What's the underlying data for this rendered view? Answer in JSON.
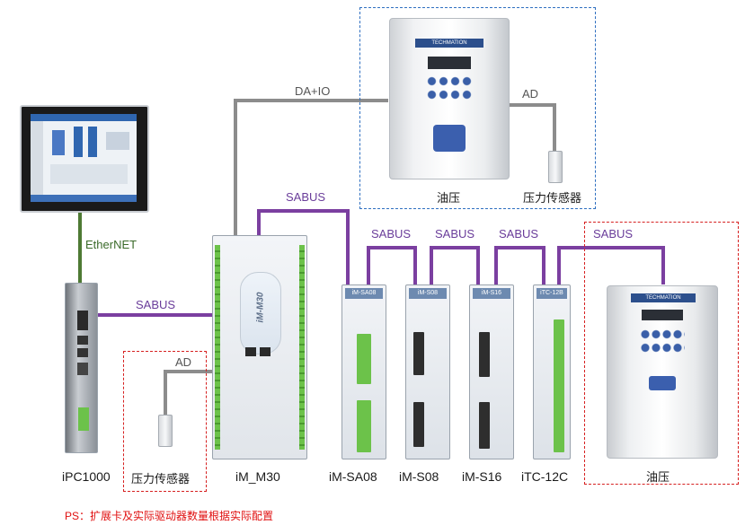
{
  "labels": {
    "ethernet": "EtherNET",
    "da_io": "DA+IO",
    "sabus_main": "SABUS",
    "sabus_ipc": "SABUS",
    "sabus_1": "SABUS",
    "sabus_2": "SABUS",
    "sabus_3": "SABUS",
    "sabus_4": "SABUS",
    "ad_top": "AD",
    "ad_left": "AD"
  },
  "devices": {
    "ipc": "iPC1000",
    "sensor_left": "压力传感器",
    "im_m30": "iM_M30",
    "im_sa08": "iM-SA08",
    "im_s08": "iM-S08",
    "im_s16": "iM-S16",
    "itc_12c": "iTC-12C",
    "oil_right": "油压",
    "oil_top": "油压",
    "sensor_top": "压力传感器"
  },
  "module_heads": {
    "sa08": "iM-SA08",
    "s08": "iM-S08",
    "s16": "iM-S16",
    "tc12b": "iTC-12B",
    "m30": "iM-M30"
  },
  "brand": "TECHMATION",
  "note": "PS：扩展卡及实际驱动器数量根据实际配置",
  "colors": {
    "sabus": "#7b3fa0",
    "da_io": "#8c8c8c",
    "ethernet": "#4e7a34",
    "blue_box": "#2f6fc0",
    "red_box": "#d62020"
  }
}
